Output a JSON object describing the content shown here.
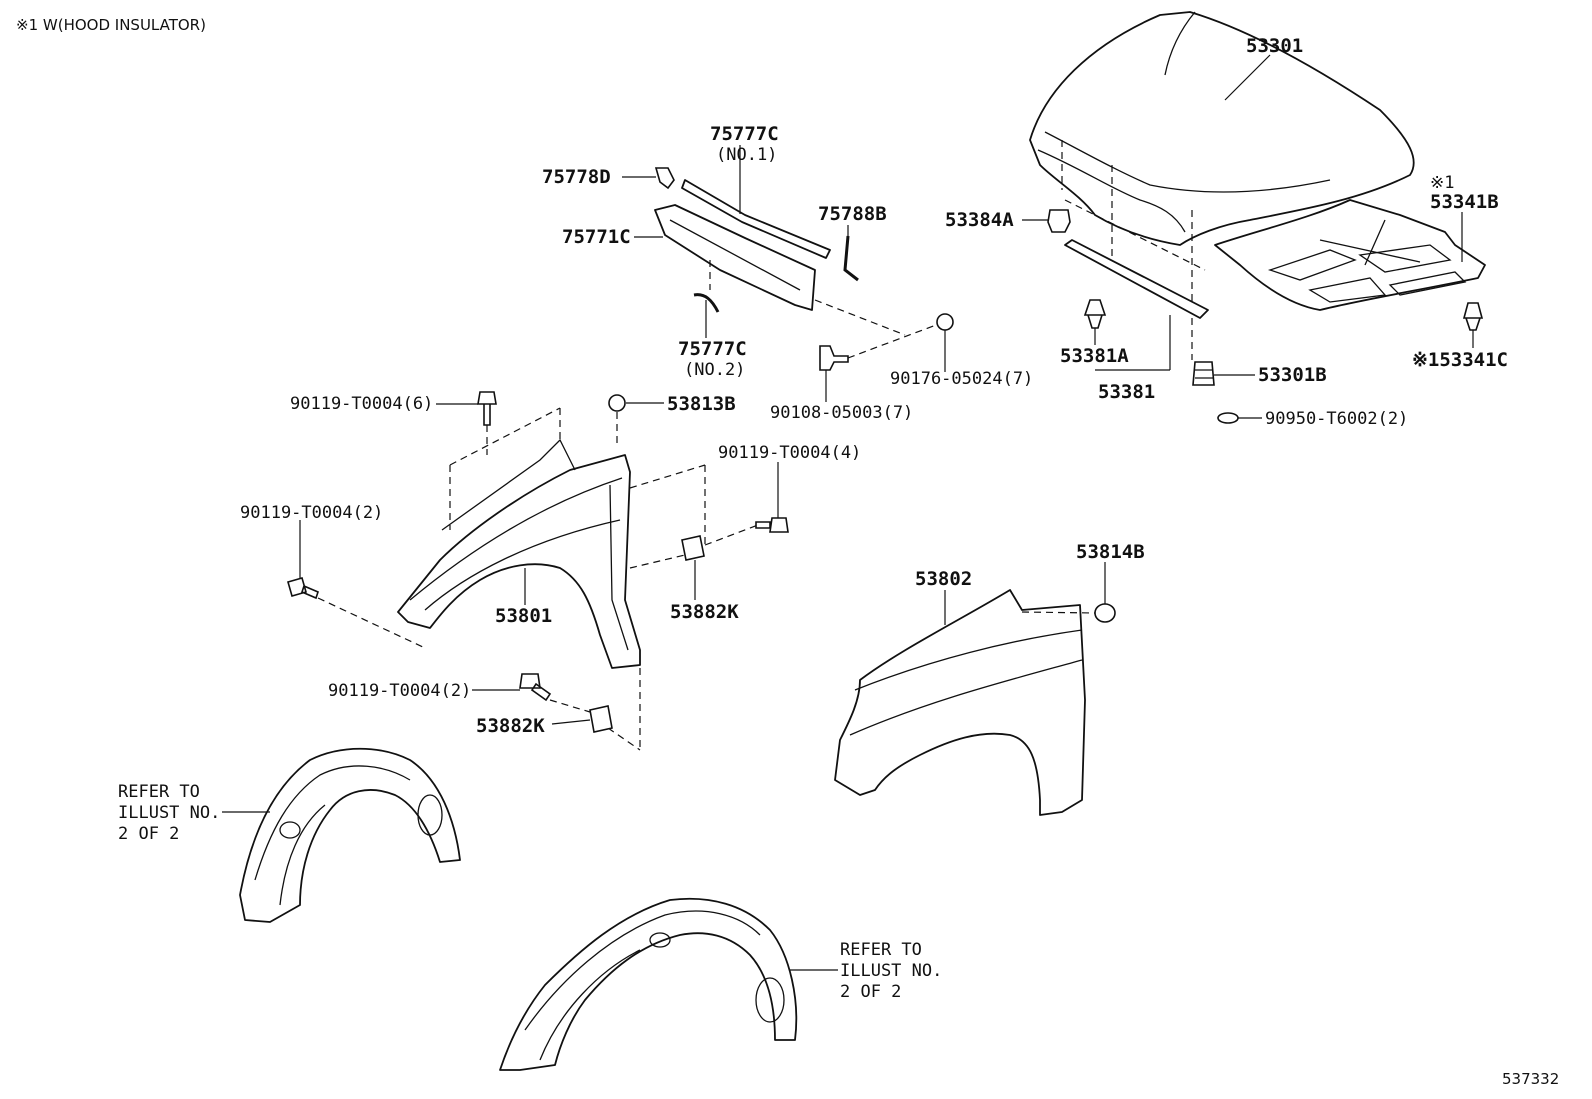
{
  "header": {
    "note": "※1 W(HOOD INSULATOR)",
    "ref_number": "537332"
  },
  "labels": {
    "p53301": "53301",
    "p75777c_no1": "75777C",
    "p75777c_no1_sub": "(NO.1)",
    "p75778d": "75778D",
    "p75788b": "75788B",
    "p75771c": "75771C",
    "p75777c_no2": "75777C",
    "p75777c_no2_sub": "(NO.2)",
    "p53384a": "53384A",
    "p53341b_mark": "※1",
    "p53341b": "53341B",
    "p53381a": "53381A",
    "p53381": "53381",
    "p53301b": "53301B",
    "p53341c": "※153341C",
    "p90950": "90950-T6002(2)",
    "p90176": "90176-05024(7)",
    "p90108": "90108-05003(7)",
    "p90119_6": "90119-T0004(6)",
    "p53813b": "53813B",
    "p90119_4": "90119-T0004(4)",
    "p90119_2a": "90119-T0004(2)",
    "p53801": "53801",
    "p53882k_a": "53882K",
    "p90119_2b": "90119-T0004(2)",
    "p53882k_b": "53882K",
    "p53802": "53802",
    "p53814b": "53814B"
  },
  "refer_notes": {
    "left": [
      "REFER TO",
      "ILLUST NO.",
      "2 OF 2"
    ],
    "right": [
      "REFER TO",
      "ILLUST NO.",
      "2 OF 2"
    ]
  }
}
